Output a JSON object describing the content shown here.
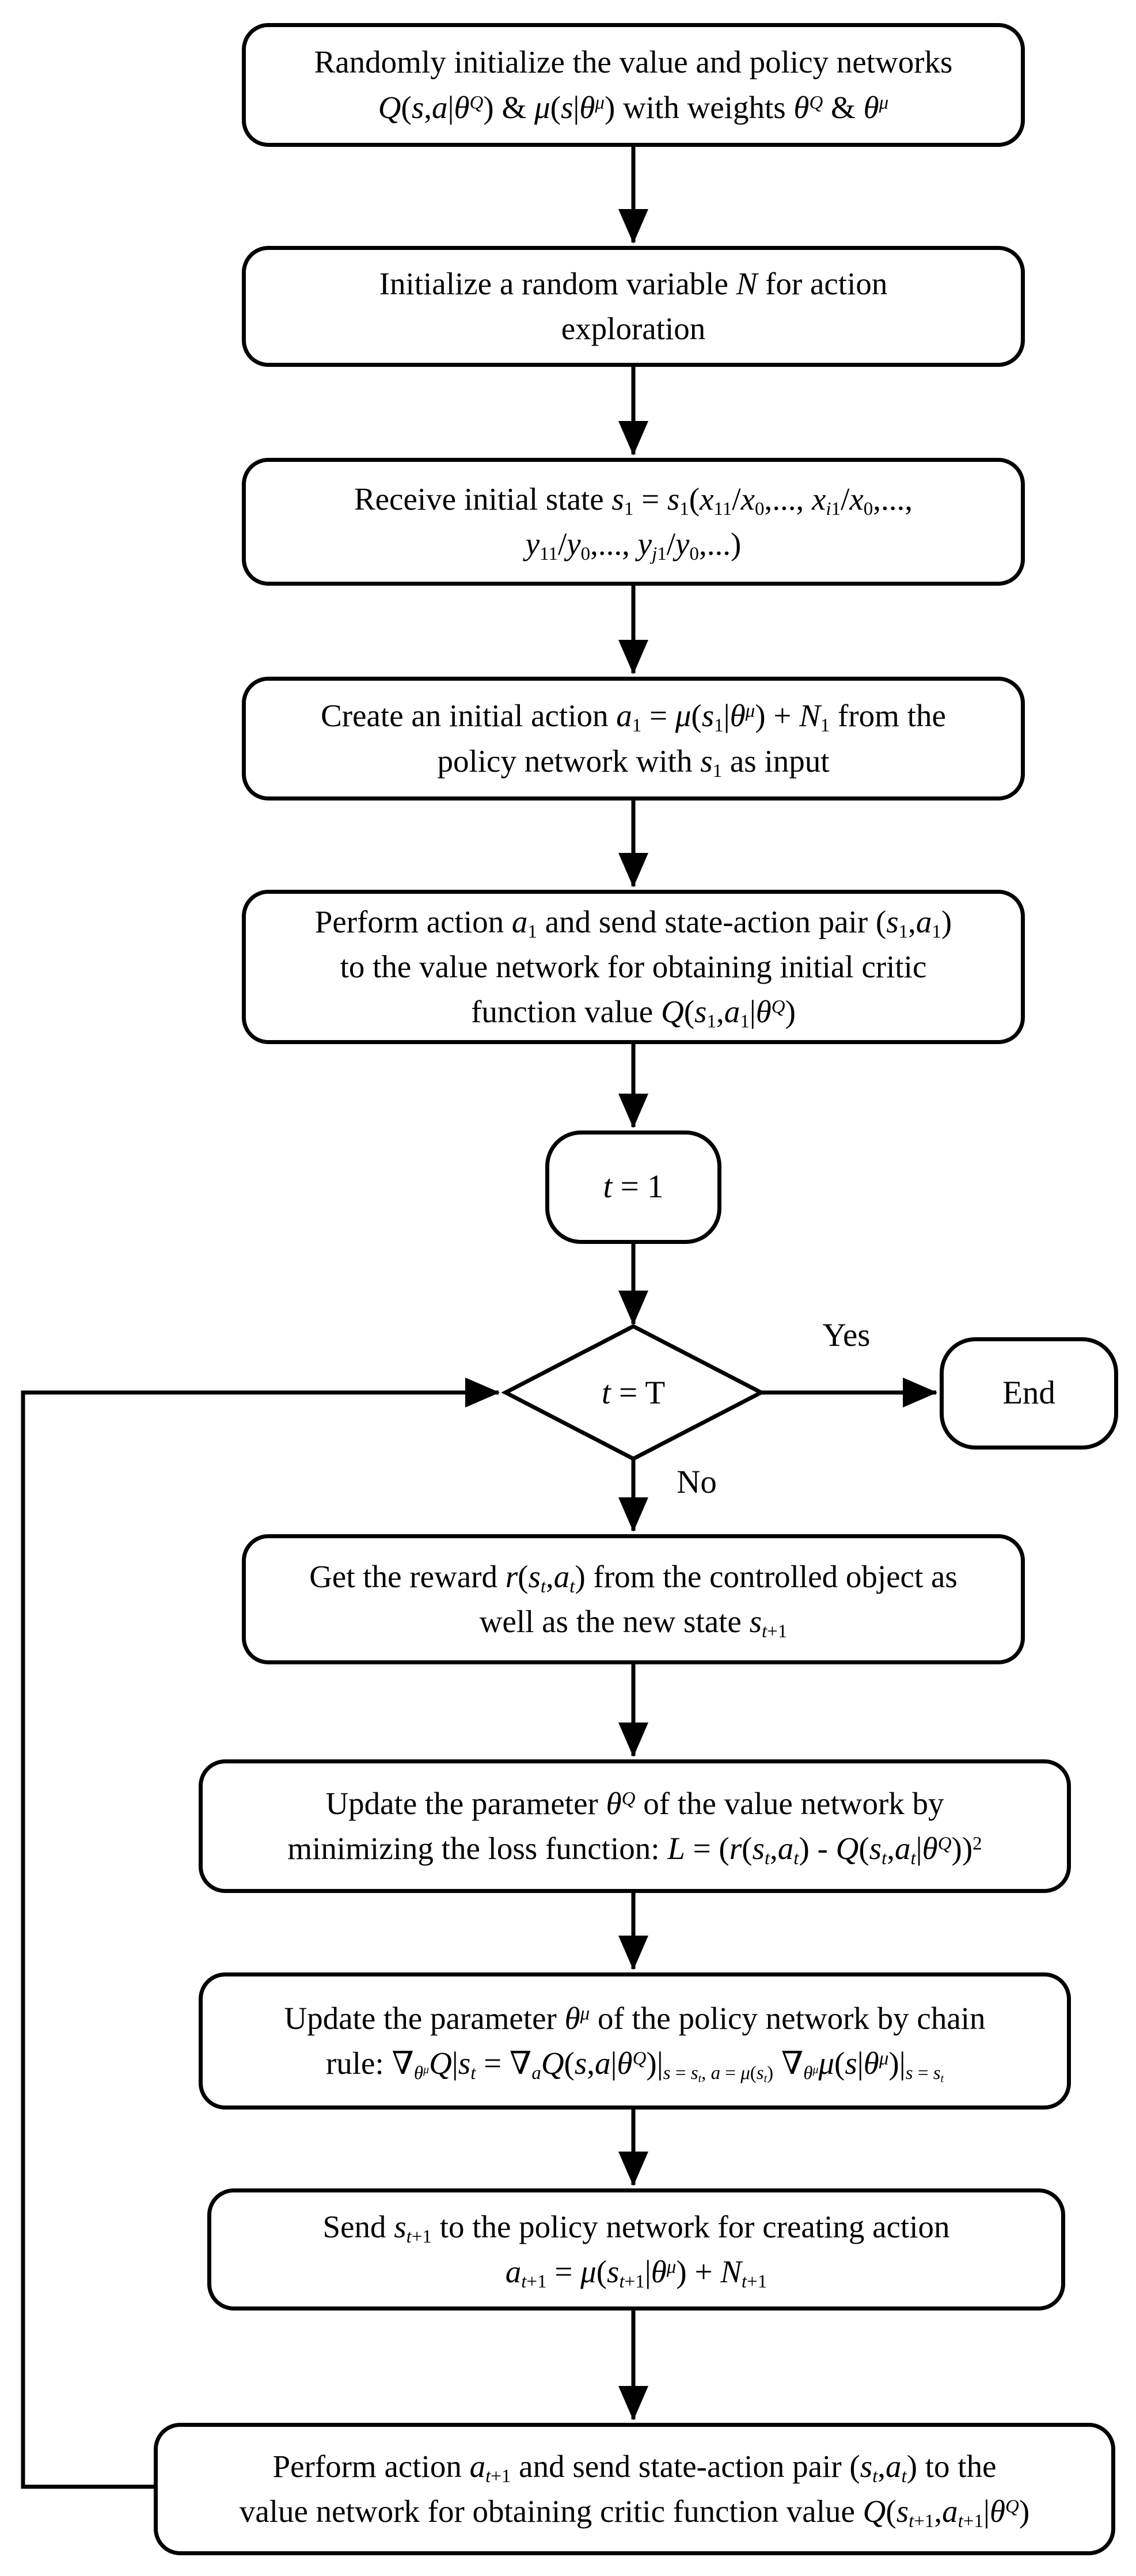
{
  "flowchart": {
    "background": "#ffffff",
    "stroke_color": "#000000",
    "nodes": {
      "init_networks": {
        "html": "Randomly initialize the value and policy networks<br><i>Q</i>(<i>s</i>,<i>a</i>|<i>θ</i><sup><i>Q</i></sup>) &amp; <i>μ</i>(<i>s</i>|<i>θ</i><sup><i>μ</i></sup>) with weights <i>θ</i><sup><i>Q</i></sup> &amp; <i>θ</i><sup><i>μ</i></sup>"
      },
      "init_random": {
        "html": "Initialize a random variable <i>N</i> for action<br>exploration"
      },
      "receive_state": {
        "html": "Receive initial state <i>s</i><sub>1</sub> = <i>s</i><sub>1</sub>(<i>x</i><sub>11</sub>/<i>x</i><sub>0</sub>,..., <i>x</i><sub><i>i</i>1</sub>/<i>x</i><sub>0</sub>,...,<br><i>y</i><sub>11</sub>/<i>y</i><sub>0</sub>,..., <i>y</i><sub><i>j</i>1</sub>/<i>y</i><sub>0</sub>,...)"
      },
      "create_action": {
        "html": "Create an initial action <i>a</i><sub>1</sub> = <i>μ</i>(<i>s</i><sub>1</sub>|<i>θ</i><sup><i>μ</i></sup>) + <i>N</i><sub>1</sub> from the<br>policy network with <i>s</i><sub>1</sub> as input"
      },
      "perform_initial": {
        "html": "Perform action <i>a</i><sub>1</sub> and send state-action pair (<i>s</i><sub>1</sub>,<i>a</i><sub>1</sub>)<br>to the value network for obtaining initial critic<br>function value <i>Q</i>(<i>s</i><sub>1</sub>,<i>a</i><sub>1</sub>|<i>θ</i><sup><i>Q</i></sup>)"
      },
      "t_init": {
        "html": "<i>t</i> = 1"
      },
      "decision": {
        "html": "<i>t</i> = T"
      },
      "end": {
        "html": "End"
      },
      "get_reward": {
        "html": "Get the reward <i>r</i>(<i>s</i><sub><i>t</i></sub>,<i>a</i><sub><i>t</i></sub>) from the controlled object as<br>well as the new state <i>s</i><sub><i>t</i>+1</sub>"
      },
      "update_value": {
        "html": "Update the parameter <i>θ</i><sup><i>Q</i></sup> of the value network by<br>minimizing the loss function: <i>L</i> = (<i>r</i>(<i>s</i><sub><i>t</i></sub>,<i>a</i><sub><i>t</i></sub>) - <i>Q</i>(<i>s</i><sub><i>t</i></sub>,<i>a</i><sub><i>t</i></sub>|<i>θ</i><sup><i>Q</i></sup>))<sup>2</sup>"
      },
      "update_policy": {
        "html": "Update the parameter <i>θ</i><sup><i>μ</i></sup> of the policy network by chain<br>rule: ∇<sub><i>θ</i><sup><i>μ</i></sup></sub><i>Q</i>|<i>s</i><sub><i>t</i></sub> = ∇<sub><i>a</i></sub><i>Q</i>(<i>s</i>,<i>a</i>|<i>θ</i><sup><i>Q</i></sup>)|<sub><i>s</i> = <i>s</i><sub><i>t</i></sub>, <i>a</i> = <i>μ</i>(<i>s</i><sub><i>t</i></sub>)</sub> ∇<sub><i>θ</i><sup><i>μ</i></sup></sub><i>μ</i>(<i>s</i>|<i>θ</i><sup><i>μ</i></sup>)|<sub><i>s</i> = <i>s</i><sub><i>t</i></sub></sub>"
      },
      "send_state": {
        "html": "Send <i>s</i><sub><i>t</i>+1</sub> to the policy network for creating action<br><i>a</i><sub><i>t</i>+1</sub> = <i>μ</i>(<i>s</i><sub><i>t</i>+1</sub>|<i>θ</i><sup><i>μ</i></sup>) + <i>N</i><sub><i>t</i>+1</sub>"
      },
      "perform_next": {
        "html": "Perform action <i>a</i><sub><i>t</i>+1</sub> and send state-action pair (<i>s</i><sub><i>t</i></sub>,<i>a</i><sub><i>t</i></sub>) to the<br>value network for obtaining critic function value <i>Q</i>(<i>s</i><sub><i>t</i>+1</sub>,<i>a</i><sub><i>t</i>+1</sub>|<i>θ</i><sup><i>Q</i></sup>)"
      }
    },
    "edge_labels": {
      "yes": "Yes",
      "no": "No"
    }
  }
}
